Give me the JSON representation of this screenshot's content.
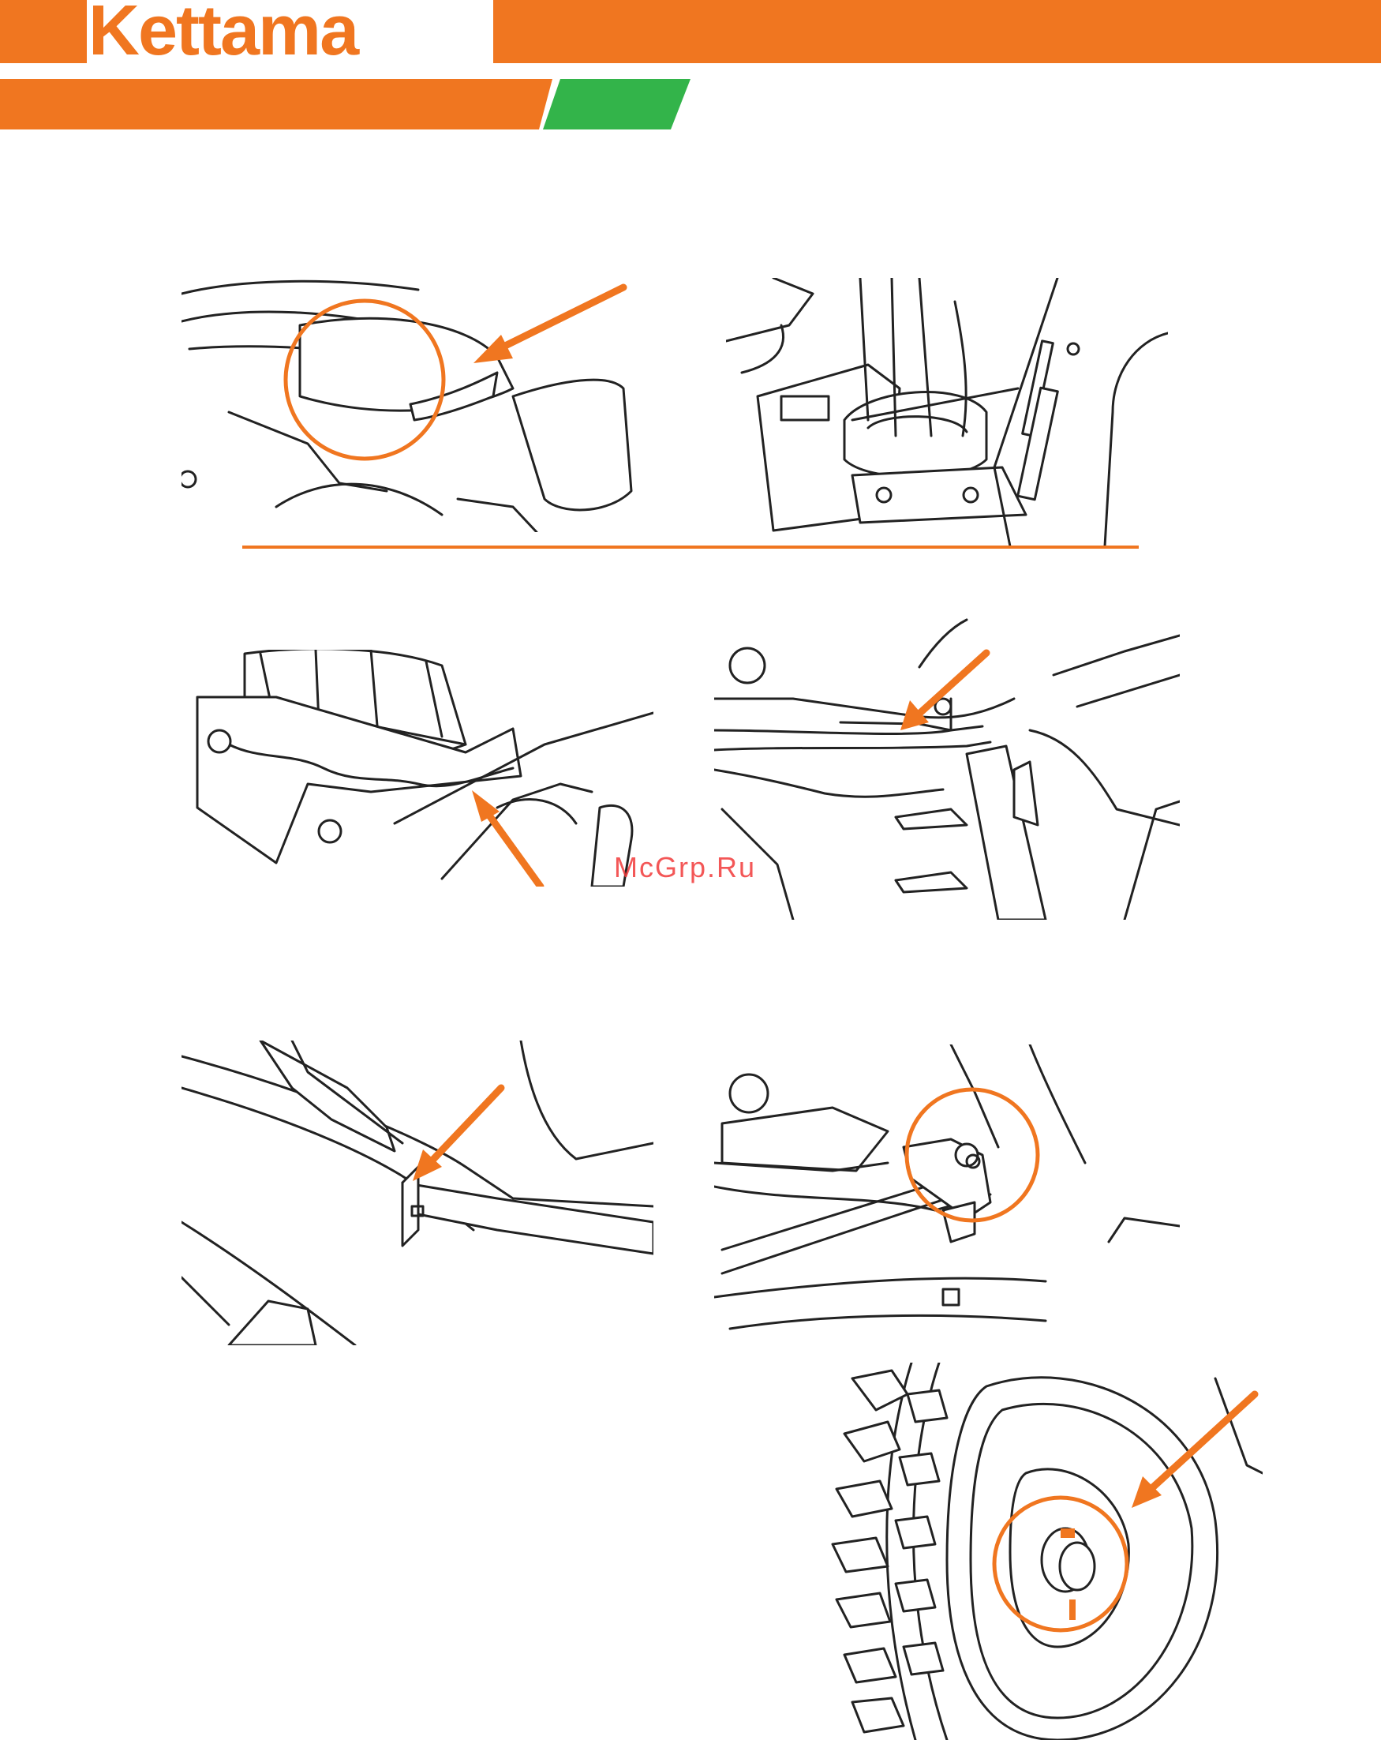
{
  "header": {
    "brand": "Kettama",
    "accent_orange": "#f07620",
    "accent_green": "#33b44a"
  },
  "watermark": {
    "text": "McGrp.Ru",
    "color": "#f23a3a"
  },
  "figures": [
    {
      "id": "fig-1",
      "icon": "chute-clip-icon",
      "highlight": "circle-and-arrow"
    },
    {
      "id": "fig-2",
      "icon": "chute-installed-icon",
      "highlight": "none"
    },
    {
      "id": "fig-3",
      "icon": "chute-base-icon",
      "highlight": "arrow"
    },
    {
      "id": "fig-4",
      "icon": "chute-retainer-icon",
      "highlight": "arrow"
    },
    {
      "id": "fig-5",
      "icon": "retainer-bracket-icon",
      "highlight": "arrow"
    },
    {
      "id": "fig-6",
      "icon": "cable-end-icon",
      "highlight": "circle"
    },
    {
      "id": "fig-7",
      "icon": "wheel-axle-pin-icon",
      "highlight": "circle-and-arrow"
    }
  ]
}
